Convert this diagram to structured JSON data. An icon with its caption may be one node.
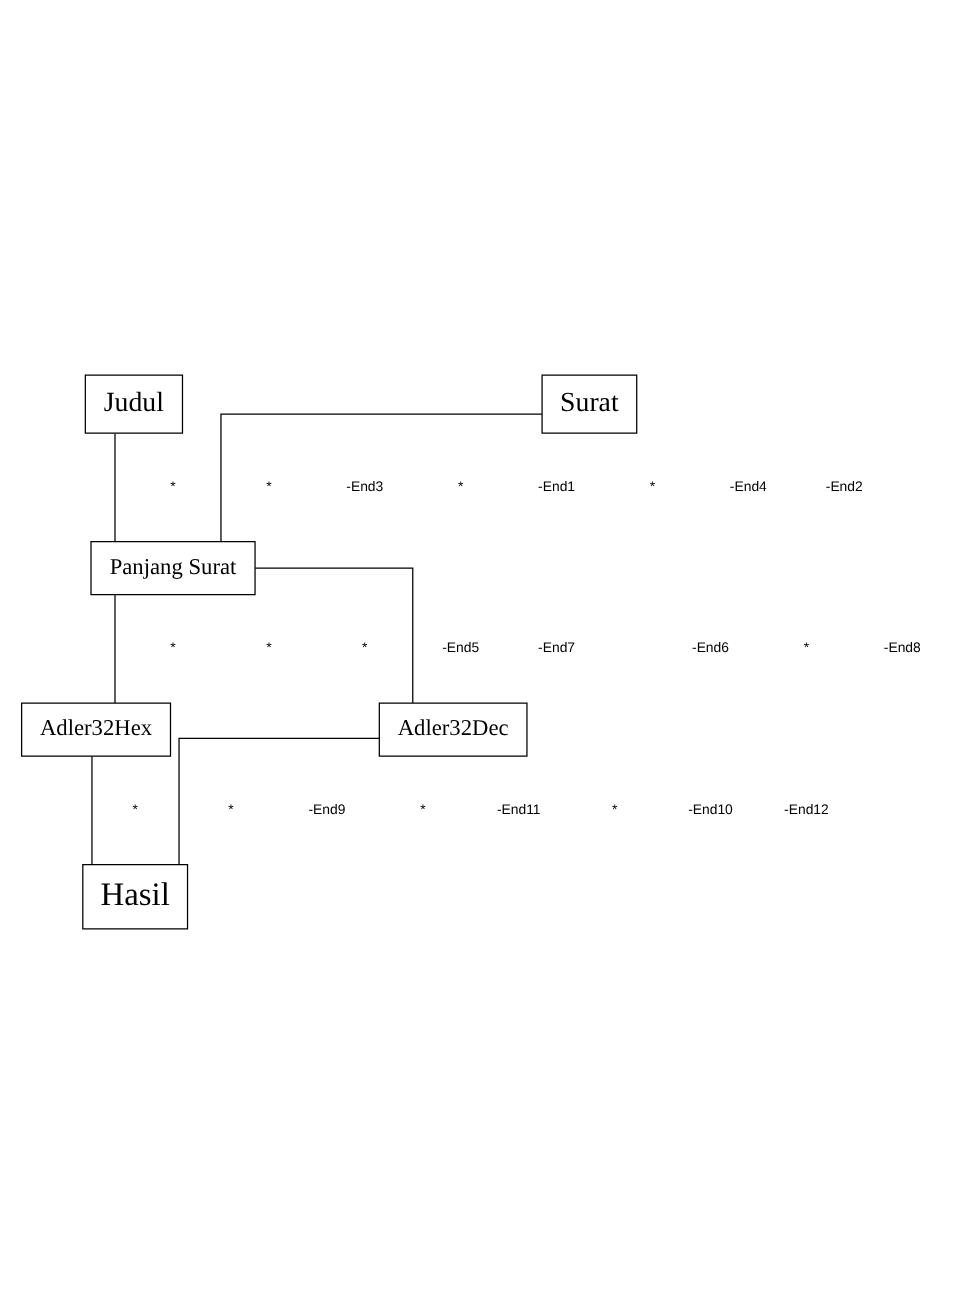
{
  "diagram": {
    "nodes": [
      {
        "text": [
          "Judul"
        ]
      },
      {
        "text": [
          "Surat"
        ]
      },
      {
        "text": [
          "Panjang Surat"
        ]
      },
      {
        "text": [
          "Adler32Dec"
        ]
      },
      {
        "text": [
          "Adler32Hex"
        ]
      },
      {
        "text": [
          "Hasil"
        ]
      }
    ],
    "edges": [
      {
        "from": 0,
        "to": 2,
        "arrow": "none"
      },
      {
        "from": 1,
        "to": 2,
        "arrow": "none"
      },
      {
        "from": 2,
        "to": 3,
        "arrow": "none"
      },
      {
        "from": 2,
        "to": 4,
        "arrow": "none"
      },
      {
        "from": 3,
        "to": 5,
        "arrow": "none"
      },
      {
        "from": 4,
        "to": 5,
        "arrow": "none"
      }
    ],
    "labels": [
      "*",
      "-End3",
      "*",
      "-End1",
      "*",
      "*",
      "-End4",
      "-End2",
      "*",
      "*",
      "-End5",
      "-End7",
      "*",
      "-End6",
      "*",
      "-End8",
      "*",
      "-End9",
      "*",
      "-End11",
      "*",
      "*",
      "-End10",
      "-End12"
    ]
  }
}
